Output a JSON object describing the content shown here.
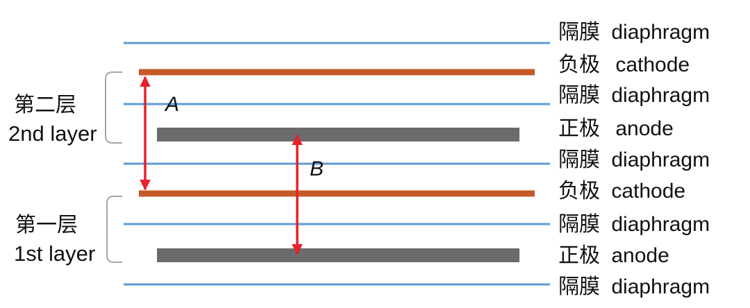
{
  "colors": {
    "diaphragm": "#5b9bd5",
    "cathode": "#c55a28",
    "anode": "#6b6b6b",
    "arrow": "#e8202a",
    "bracket": "#a6a6a6",
    "text": "#111111"
  },
  "rows": [
    {
      "cn": "隔膜",
      "en": "diaphragm",
      "kind": "diaphragm"
    },
    {
      "cn": "负极",
      "en": "cathode",
      "kind": "cathode"
    },
    {
      "cn": "隔膜",
      "en": "diaphragm",
      "kind": "diaphragm"
    },
    {
      "cn": "正极",
      "en": "anode",
      "kind": "anode"
    },
    {
      "cn": "隔膜",
      "en": "diaphragm",
      "kind": "diaphragm"
    },
    {
      "cn": "负极",
      "en": "cathode",
      "kind": "cathode"
    },
    {
      "cn": "隔膜",
      "en": "diaphragm",
      "kind": "diaphragm"
    },
    {
      "cn": "正极",
      "en": "anode",
      "kind": "anode"
    },
    {
      "cn": "隔膜",
      "en": "diaphragm",
      "kind": "diaphragm"
    }
  ],
  "layers": [
    {
      "cn": "第二层",
      "en": "2nd layer"
    },
    {
      "cn": "第一层",
      "en": "1st layer"
    }
  ],
  "dimensions": {
    "a_label": "A",
    "b_label": "B"
  }
}
